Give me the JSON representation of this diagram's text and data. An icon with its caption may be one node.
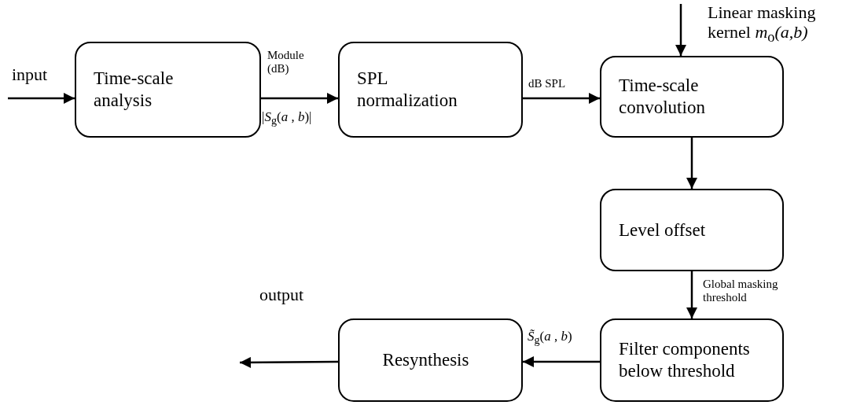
{
  "diagram": {
    "nodes": [
      {
        "text": [
          "Time-scale analysis"
        ]
      },
      {
        "text": [
          "SPL normalization"
        ]
      },
      {
        "text": [
          "Time-scale convolution"
        ]
      },
      {
        "text": [
          "Level offset"
        ]
      },
      {
        "text": [
          "Filter components below threshold"
        ]
      },
      {
        "text": [
          "Resynthesis"
        ]
      }
    ],
    "edges": [
      {
        "from": null,
        "to": 0,
        "arrow": "to",
        "label": "input"
      },
      {
        "from": 0,
        "to": 1,
        "arrow": "to",
        "label": "Module (dB)"
      },
      {
        "from": 1,
        "to": 2,
        "arrow": "to",
        "label": "dB SPL"
      },
      {
        "from": null,
        "to": 2,
        "arrow": "to",
        "label": "Linear masking kernel *m*$_{o}$*(a,b)*"
      },
      {
        "from": 2,
        "to": 3,
        "arrow": "to"
      },
      {
        "from": 3,
        "to": 4,
        "arrow": "to",
        "label": "Global masking threshold"
      },
      {
        "from": 4,
        "to": 5,
        "arrow": "to",
        "label": "*S̃*$_{g}$(*a* , *b*)"
      },
      {
        "from": 5,
        "to": null,
        "arrow": "to",
        "label": "output"
      }
    ],
    "labels": [
      "|*S*$_{g}$(*a* , *b*)|"
    ]
  }
}
